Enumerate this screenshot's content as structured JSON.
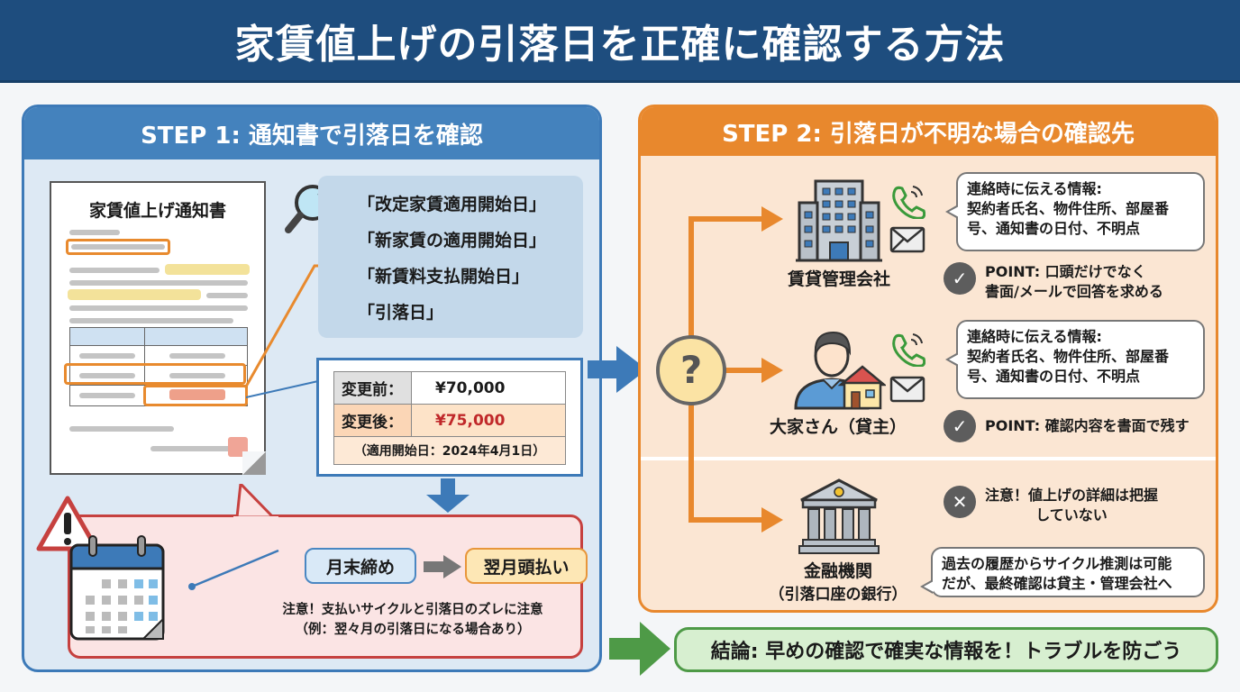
{
  "header": {
    "title": "家賃値上げの引落日を正確に確認する方法"
  },
  "step1": {
    "title": "STEP 1: 通知書で引落日を確認",
    "document_title": "家賃値上げ通知書",
    "keywords": [
      "「改定家賃適用開始日」",
      "「新家賃の適用開始日」",
      "「新賃料支払開始日」",
      "「引落日」"
    ],
    "rent_table": {
      "before_label": "変更前：",
      "before_value": "¥70,000",
      "after_label": "変更後：",
      "after_value": "¥75,000",
      "note": "（適用開始日：2024年4月1日）"
    },
    "warning": {
      "cycle_start": "月末締め",
      "cycle_end": "翌月頭払い",
      "text_line1": "注意！支払いサイクルと引落日のズレに注意",
      "text_line2": "（例：翌々月の引落日になる場合あり）"
    }
  },
  "step2": {
    "title": "STEP 2: 引落日が不明な場合の確認先",
    "question_icon": "?",
    "contacts": [
      {
        "name": "賃貸管理会社",
        "icon": "building-icon",
        "info_title": "連絡時に伝える情報:",
        "info_line1": "契約者氏名、物件住所、部屋番",
        "info_line2": "号、通知書の日付、不明点",
        "point_line1": "POINT: 口頭だけでなく",
        "point_line2": "書面/メールで回答を求める"
      },
      {
        "name": "大家さん（貸主）",
        "icon": "landlord-icon",
        "info_title": "連絡時に伝える情報:",
        "info_line1": "契約者氏名、物件住所、部屋番",
        "info_line2": "号、通知書の日付、不明点",
        "point_line1": "POINT: 確認内容を書面で残す"
      },
      {
        "name": "金融機関",
        "subname": "（引落口座の銀行）",
        "icon": "bank-icon",
        "caution_line1": "注意！値上げの詳細は把握",
        "caution_line2": "していない",
        "info_line1": "過去の履歴からサイクル推測は可能",
        "info_line2": "だが、最終確認は貸主・管理会社へ"
      }
    ]
  },
  "conclusion": {
    "text": "結論: 早めの確認で確実な情報を！トラブルを防ごう"
  },
  "colors": {
    "header": "#1e4d7e",
    "step1": "#4482bd",
    "step2": "#e8882d",
    "warning": "#c6413f",
    "conclusion": "#4e9a47",
    "price_after": "#c0282a"
  }
}
